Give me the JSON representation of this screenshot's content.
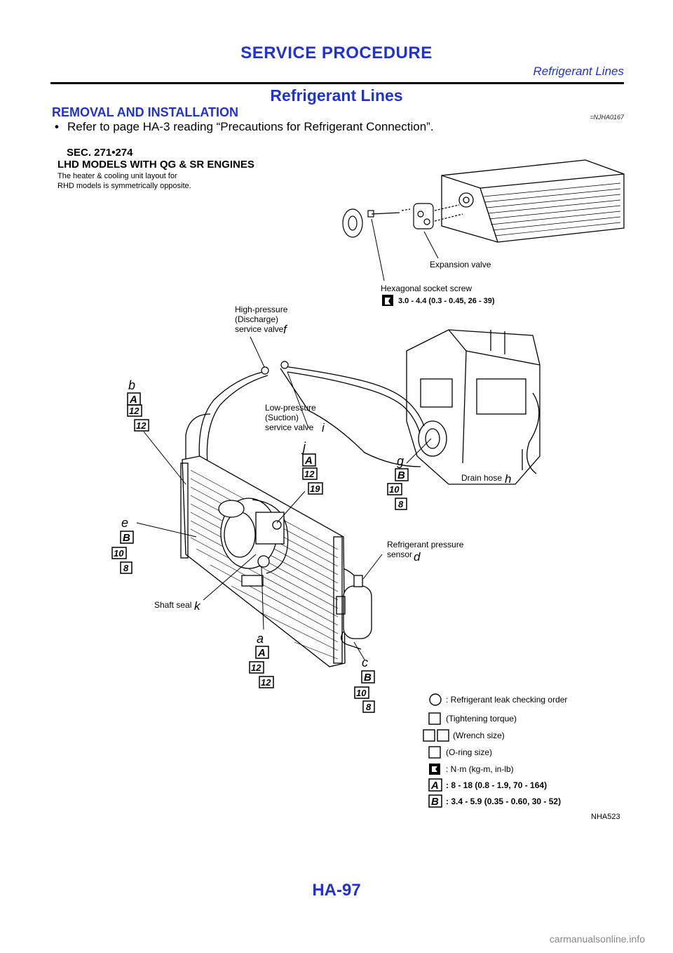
{
  "header": {
    "title": "SERVICE PROCEDURE",
    "subtitle": "Refrigerant Lines"
  },
  "section": {
    "title": "Refrigerant Lines",
    "subheading": "REMOVAL AND INSTALLATION",
    "ref_id": "=NJHA0167",
    "bullet": "Refer to page HA-3 reading “Precautions for Refrigerant Connection”."
  },
  "figure": {
    "sec": "SEC. 271•274",
    "models": "LHD MODELS WITH QG & SR ENGINES",
    "note1": "The heater & cooling unit layout for",
    "note2": "RHD models is symmetrically opposite.",
    "expansion_valve": "Expansion valve",
    "hex_screw": "Hexagonal socket screw",
    "hex_torque": "3.0 - 4.4 (0.3 - 0.45, 26 - 39)",
    "hp_1": "High-pressure",
    "hp_2": "(Discharge)",
    "hp_3": "service valve",
    "lp_1": "Low-pressure",
    "lp_2": "(Suction)",
    "lp_3": "service valve",
    "drain_hose": "Drain hose",
    "sensor_1": "Refrigerant pressure",
    "sensor_2": "sensor",
    "shaft_seal": "Shaft seal",
    "fig_id": "NHA523",
    "letters": {
      "a": "a",
      "b": "b",
      "c": "c",
      "d": "d",
      "e": "e",
      "f": "f",
      "g": "g",
      "h": "h",
      "i": "i",
      "j": "j",
      "k": "k",
      "A": "A",
      "B": "B",
      "n8": "8",
      "n10": "10",
      "n12": "12",
      "n19": "19"
    },
    "legend": {
      "leak": ": Refrigerant leak checking order",
      "torque": "(Tightening torque)",
      "wrench": "(Wrench size)",
      "oring": "(O-ring size)",
      "unit": ": N·m (kg-m, in-lb)",
      "a_val": ": 8 - 18 (0.8 - 1.9, 70 - 164)",
      "b_val": ": 3.4 - 5.9 (0.35 - 0.60, 30 - 52)"
    }
  },
  "footer": {
    "page": "HA-97",
    "watermark": "carmanualsonline.info"
  }
}
